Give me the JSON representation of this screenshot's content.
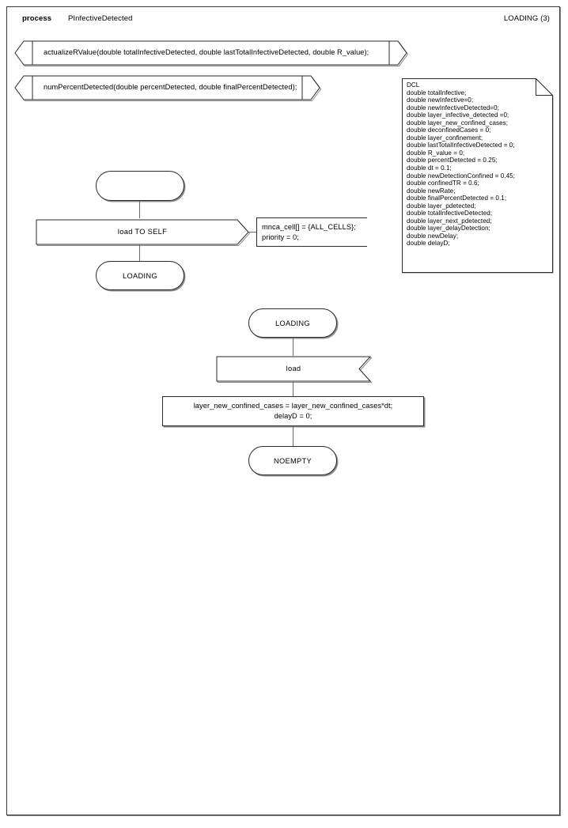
{
  "header": {
    "keyword": "process",
    "name": "PInfectiveDetected",
    "page_label": "LOADING (3)"
  },
  "procedure_calls": [
    {
      "text": "actualizeRValue(double totalInfectiveDetected, double lastTotalInfectiveDetected, double R_value);"
    },
    {
      "text": "numPercentDetected(double percentDetected, double finalPercentDetected);"
    }
  ],
  "dcl": {
    "title": "DCL",
    "declarations": [
      "double totalInfective;",
      "double newInfective=0;",
      "double newInfectiveDetected=0;",
      "double layer_infective_detected =0;",
      "double layer_new_confined_cases;",
      "double deconfinedCases = 0;",
      "double layer_confinement;",
      "double lastTotalInfectiveDetected = 0;",
      "double R_value = 0;",
      "double percentDetected = 0.25;",
      "double dt = 0.1;",
      "double newDetectionConfined = 0.45;",
      "double confinedTR = 0.6;",
      "double newRate;",
      "double finalPercentDetected = 0.1;",
      "double layer_pdetected;",
      "double totalInfectiveDetected;",
      "double layer_next_pdetected;",
      "double layer_delayDetection;",
      "double newDelay;",
      "double delayD;"
    ]
  },
  "flow_a": {
    "start_state_label": "",
    "output_label": "load TO SELF",
    "comment_lines": [
      "mnca_cell[] = {ALL_CELLS};",
      "priority = 0;"
    ],
    "end_state_label": "LOADING"
  },
  "flow_b": {
    "start_state_label": "LOADING",
    "input_label": "load",
    "task_lines": [
      "layer_new_confined_cases = layer_new_confined_cases*dt;",
      "delayD = 0;"
    ],
    "end_state_label": "NOEMPTY"
  },
  "colors": {
    "stroke": "#2a2a2a",
    "shadow": "#8c8c8c",
    "connector": "#6a6a6a",
    "background": "#ffffff"
  }
}
